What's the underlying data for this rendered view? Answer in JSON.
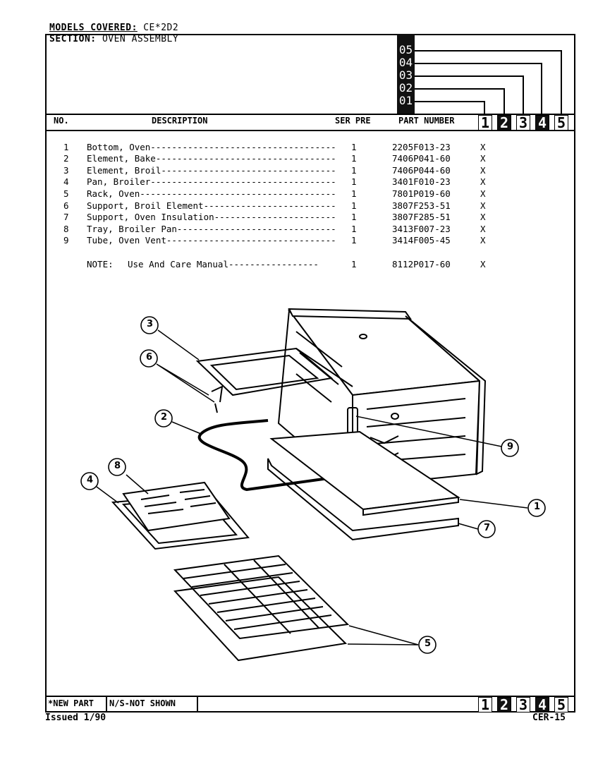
{
  "header": {
    "models_label": "MODELS COVERED:",
    "models_value": "CE*2D2",
    "section_label": "SECTION:",
    "section_value": "OVEN ASSEMBLY"
  },
  "versions": [
    "05",
    "04",
    "03",
    "02",
    "01"
  ],
  "columns": {
    "no": "NO.",
    "description": "DESCRIPTION",
    "ser_pre": "SER PRE",
    "part_number": "PART NUMBER",
    "models": [
      "1",
      "2",
      "3",
      "4",
      "5"
    ]
  },
  "parts": [
    {
      "no": "1",
      "description": "Bottom, Oven-----------------------------------",
      "qty": "1",
      "part_number": "2205F013-23",
      "mark": "X"
    },
    {
      "no": "2",
      "description": "Element, Bake----------------------------------",
      "qty": "1",
      "part_number": "7406P041-60",
      "mark": "X"
    },
    {
      "no": "3",
      "description": "Element, Broil---------------------------------",
      "qty": "1",
      "part_number": "7406P044-60",
      "mark": "X"
    },
    {
      "no": "4",
      "description": "Pan, Broiler-----------------------------------",
      "qty": "1",
      "part_number": "3401F010-23",
      "mark": "X"
    },
    {
      "no": "5",
      "description": "Rack, Oven-------------------------------------",
      "qty": "1",
      "part_number": "7801P019-60",
      "mark": "X"
    },
    {
      "no": "6",
      "description": "Support, Broil Element-------------------------",
      "qty": "1",
      "part_number": "3807F253-51",
      "mark": "X"
    },
    {
      "no": "7",
      "description": "Support, Oven Insulation-----------------------",
      "qty": "1",
      "part_number": "3807F285-51",
      "mark": "X"
    },
    {
      "no": "8",
      "description": "Tray, Broiler Pan------------------------------",
      "qty": "1",
      "part_number": "3413F007-23",
      "mark": "X"
    },
    {
      "no": "9",
      "description": "Tube, Oven Vent--------------------------------",
      "qty": "1",
      "part_number": "3414F005-45",
      "mark": "X"
    }
  ],
  "note": {
    "label": "NOTE:",
    "description": "Use And Care Manual-----------------",
    "qty": "1",
    "part_number": "8112P017-60",
    "mark": "X"
  },
  "diagram_callouts": [
    "1",
    "2",
    "3",
    "4",
    "5",
    "6",
    "7",
    "8",
    "9"
  ],
  "footer": {
    "new_part": "*NEW PART",
    "not_shown": "N/S-NOT SHOWN",
    "models": [
      "1",
      "2",
      "3",
      "4",
      "5"
    ],
    "issued": "Issued 1/90",
    "page_code": "CER-15"
  }
}
